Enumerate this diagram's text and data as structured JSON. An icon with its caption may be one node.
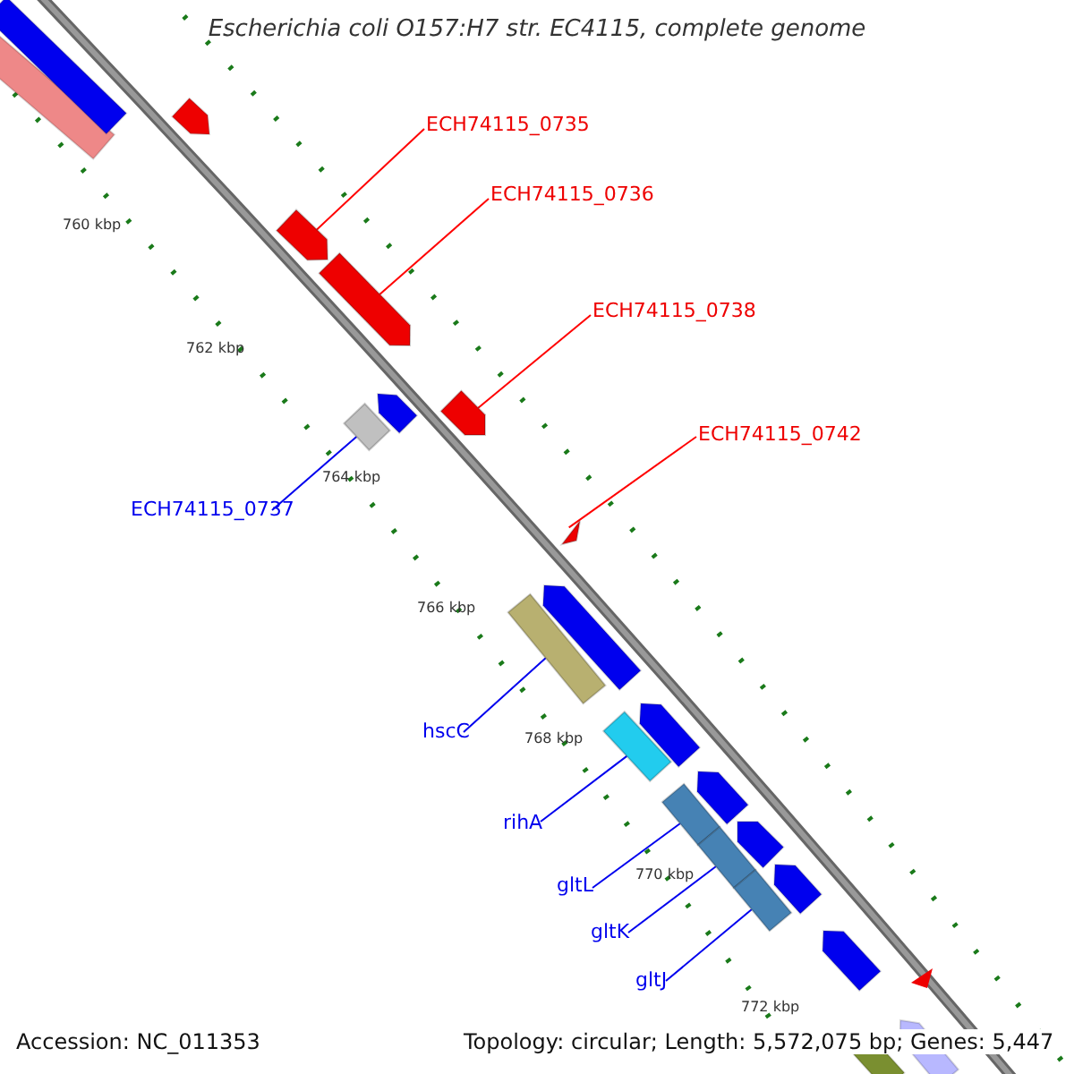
{
  "diagram": {
    "title": "Escherichia coli O157:H7 str. EC4115, complete genome",
    "nodes": [
      {
        "text": [
          "ECH74115_0735"
        ]
      },
      {
        "text": [],
        "shape": "arrow"
      },
      {
        "text": [
          "ECH74115_0736"
        ]
      },
      {
        "text": [],
        "shape": "arrow"
      },
      {
        "text": [
          "ECH74115_0738"
        ]
      },
      {
        "text": [],
        "shape": "arrow"
      },
      {
        "text": [
          "ECH74115_0742"
        ]
      },
      {
        "text": [],
        "shape": "triangle"
      },
      {
        "text": [
          "ECH74115_0737"
        ]
      },
      {
        "text": [],
        "shape": "bar"
      },
      {
        "text": [
          "hscC"
        ]
      },
      {
        "text": [],
        "shape": "bar"
      },
      {
        "text": [
          "rihA"
        ]
      },
      {
        "text": [],
        "shape": "bar"
      },
      {
        "text": [
          "gltL"
        ]
      },
      {
        "text": [],
        "shape": "bar"
      },
      {
        "text": [
          "gltK"
        ]
      },
      {
        "text": [],
        "shape": "bar"
      },
      {
        "text": [
          "gltJ"
        ]
      },
      {
        "text": [],
        "shape": "bar"
      }
    ],
    "edges": [
      {
        "from": 0,
        "to": 1,
        "arrow": "none",
        "color": "#ff0000"
      },
      {
        "from": 2,
        "to": 3,
        "arrow": "none",
        "color": "#ff0000"
      },
      {
        "from": 4,
        "to": 5,
        "arrow": "none",
        "color": "#ff0000"
      },
      {
        "from": 6,
        "to": 7,
        "arrow": "none",
        "color": "#ff0000"
      },
      {
        "from": 8,
        "to": 9,
        "arrow": "none"
      },
      {
        "from": 10,
        "to": 11,
        "arrow": "none"
      },
      {
        "from": 12,
        "to": 13,
        "arrow": "none"
      },
      {
        "from": 14,
        "to": 15,
        "arrow": "none"
      },
      {
        "from": 16,
        "to": 17,
        "arrow": "none"
      },
      {
        "from": 18,
        "to": 19,
        "arrow": "none"
      }
    ],
    "labels": [
      "760 kbp",
      "762 kbp",
      "764 kbp",
      "766 kbp",
      "768 kbp",
      "770 kbp",
      "772 kbp",
      "Accession: NC_011353",
      "Topology: circular; Length: 5,572,075 bp; Genes: 5,447"
    ]
  }
}
